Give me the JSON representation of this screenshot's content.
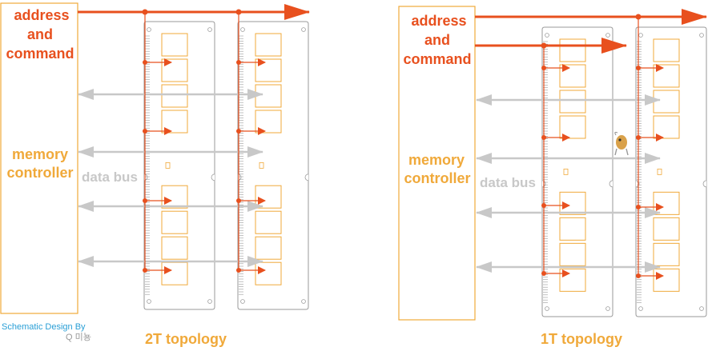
{
  "left_diagram": {
    "controller_label_line1": "memory",
    "controller_label_line2": "controller",
    "addr_label_line1": "address",
    "addr_label_line2": "and",
    "addr_label_line3": "command",
    "data_bus_label": "data bus",
    "topology_label": "2T topology"
  },
  "right_diagram": {
    "controller_label_line1": "memory",
    "controller_label_line2": "controller",
    "addr_label_line1": "address",
    "addr_label_line2": "and",
    "addr_label_line3": "command",
    "data_bus_label": "data bus",
    "topology_label": "1T topology"
  },
  "credit": {
    "line1": "Schematic Design By",
    "line2": "Q 미뇽"
  },
  "colors": {
    "address_red": "#e8501e",
    "controller_orange": "#f0a93a",
    "bus_gray": "#c8c8c8",
    "module_gray": "#9a9a9a",
    "credit_blue": "#2a9fd6"
  }
}
